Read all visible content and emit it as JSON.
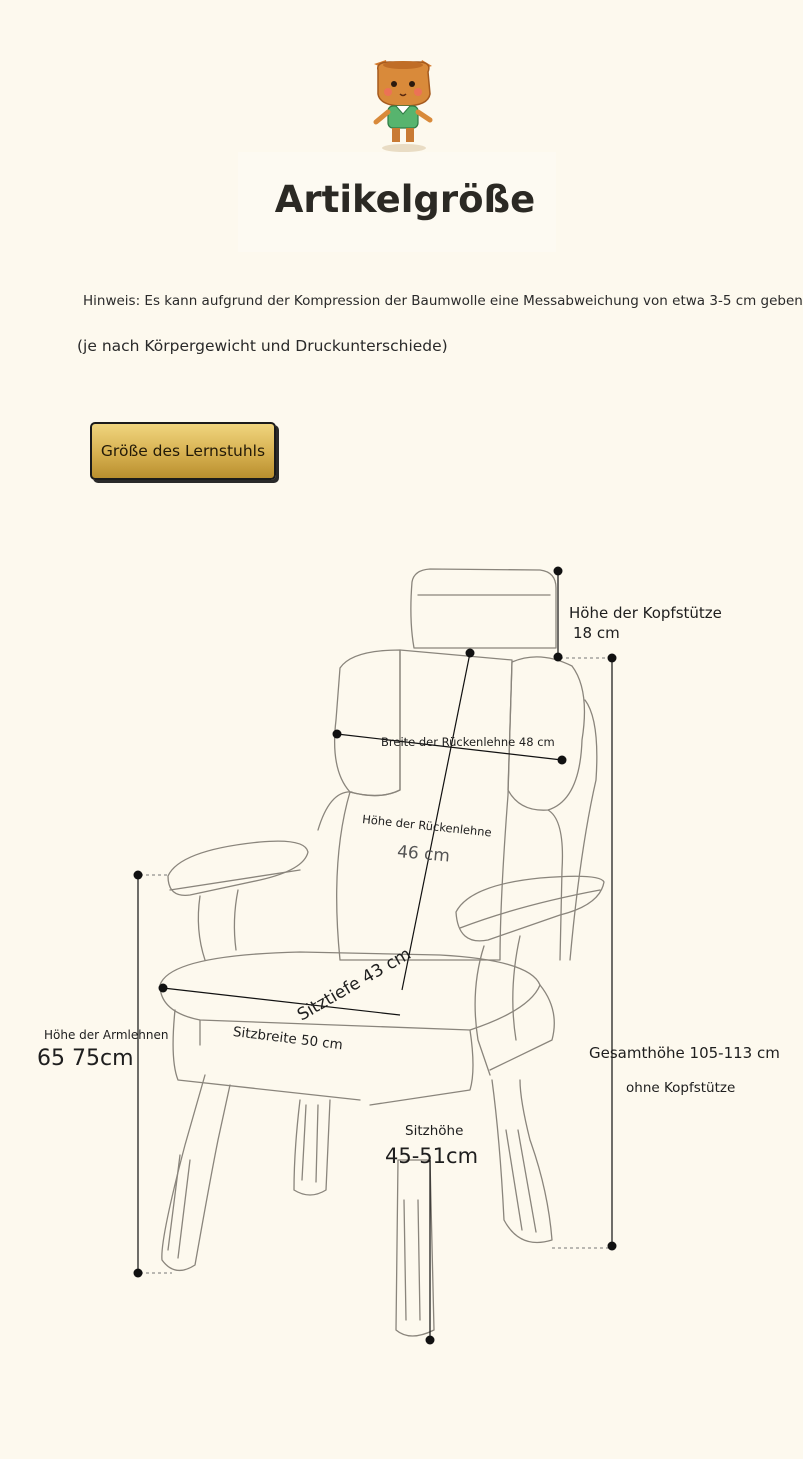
{
  "title": "Artikelgröße",
  "hint": {
    "line1": "Hinweis: Es kann aufgrund der Kompression der Baumwolle eine Messabweichung von etwa 3-5 cm geben",
    "line2": "(je nach Körpergewicht und Druckunterschiede)"
  },
  "badge": {
    "label": "Größe des Lernstuhls"
  },
  "dimensions": {
    "headrest_height_label": "Höhe der Kopfstütze",
    "headrest_height_value": "18 cm",
    "backrest_width": "Breite der Rückenlehne 48 cm",
    "backrest_height_label": "Höhe der Rückenlehne",
    "backrest_height_value": "46 cm",
    "seat_depth": "Sitztiefe 43 cm",
    "seat_width": "Sitzbreite 50 cm",
    "armrest_height_label": "Höhe der Armlehnen",
    "armrest_height_value": "65 75cm",
    "total_height": "Gesamthöhe 105-113 cm",
    "total_height_note": "ohne Kopfstütze",
    "seat_height_label": "Sitzhöhe",
    "seat_height_value": "45-51cm"
  },
  "colors": {
    "background": "#fdf9ee",
    "badge_gold": "#d6b050",
    "line": "#111111",
    "sketch": "#8a857c"
  },
  "icons": [
    "mascot-icon"
  ]
}
